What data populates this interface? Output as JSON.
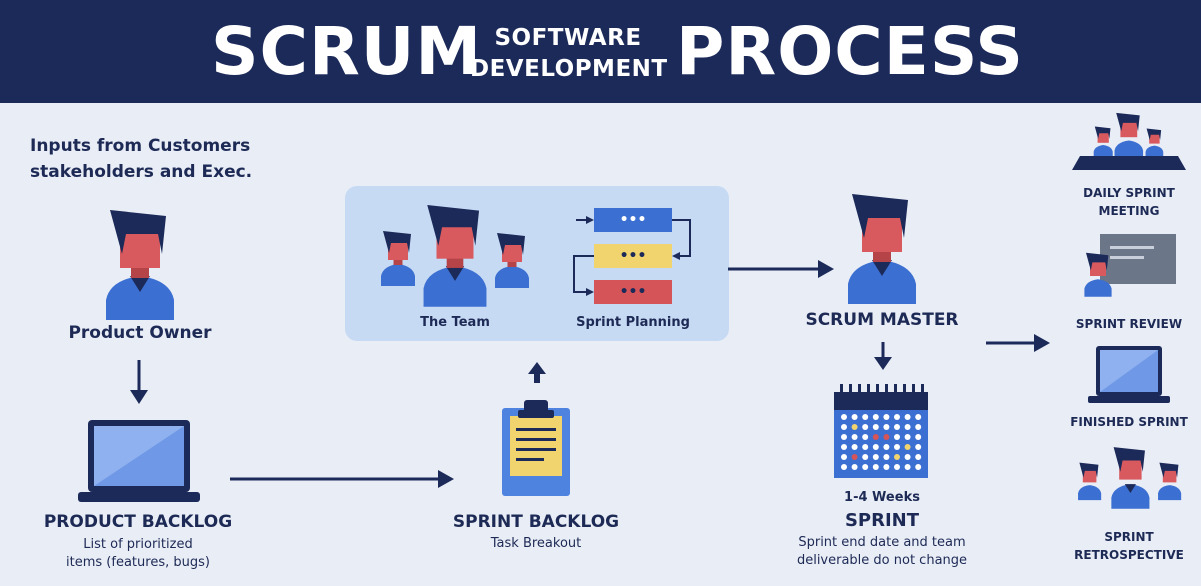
{
  "title": {
    "left": "SCRUM",
    "middle_top": "SOFTWARE",
    "middle_bottom": "DEVELOPMENT",
    "right": "PROCESS"
  },
  "inputs": {
    "line1": "Inputs from Customers",
    "line2": "stakeholders and Exec."
  },
  "product_owner": "Product Owner",
  "product_backlog": {
    "title": "PRODUCT BACKLOG",
    "line1": "List of prioritized",
    "line2": "items (features, bugs)"
  },
  "team_panel": {
    "team": "The Team",
    "planning": "Sprint Planning",
    "dots": "•••"
  },
  "sprint_backlog": {
    "title": "SPRINT BACKLOG",
    "sub": "Task Breakout"
  },
  "scrum_master": "SCRUM MASTER",
  "sprint": {
    "weeks": "1-4 Weeks",
    "title": "SPRINT",
    "line1": "Sprint end date and team",
    "line2": "deliverable do not change"
  },
  "right_items": {
    "daily_line1": "DAILY SPRINT",
    "daily_line2": "MEETING",
    "review": "SPRINT REVIEW",
    "finished": "FINISHED SPRINT",
    "retro_line1": "SPRINT",
    "retro_line2": "RETROSPECTIVE"
  },
  "colors": {
    "navy": "#1c2a59",
    "skin": "#d85a5e",
    "shirt": "#3b6fd1",
    "screen": "#8fb1ef",
    "yellow": "#f1d46d",
    "red": "#d45458",
    "panel": "#c7daf4"
  }
}
